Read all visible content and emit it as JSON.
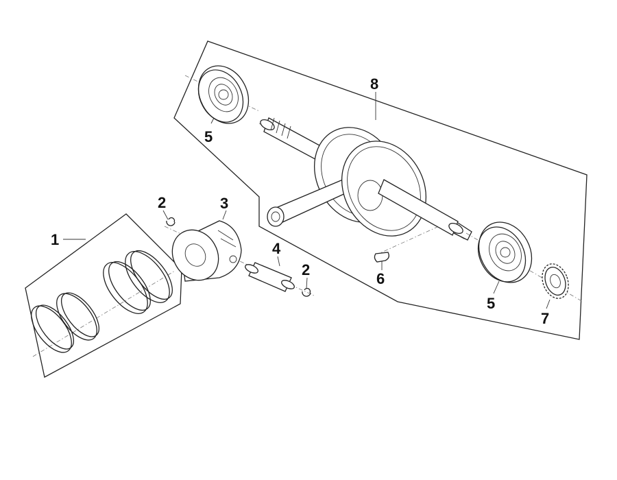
{
  "callouts": {
    "piston_rings": "1",
    "circlip_left": "2",
    "piston": "3",
    "piston_pin": "4",
    "circlip_right": "2",
    "bearing_upper": "5",
    "crankshaft": "8",
    "woodruff_key": "6",
    "bearing_lower": "5",
    "sprocket": "7"
  },
  "colors": {
    "line": "#222222",
    "label": "#111111",
    "background": "#ffffff"
  }
}
